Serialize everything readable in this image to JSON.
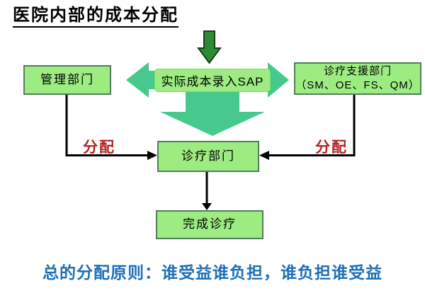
{
  "title": "医院内部的成本分配",
  "nodes": {
    "management": {
      "label": "管理部门"
    },
    "sap_entry": {
      "label": "实际成本录入SAP"
    },
    "support": {
      "label_line1": "诊疗支援部门",
      "label_line2": "（SM、OE、FS、QM）"
    },
    "treatment": {
      "label": "诊疗部门"
    },
    "complete": {
      "label": "完成诊疗"
    }
  },
  "edges": {
    "left_allocation_label": "分配",
    "right_allocation_label": "分配"
  },
  "footer": {
    "principle": "总的分配原则：谁受益谁负担，谁负担谁受益"
  },
  "colors": {
    "box_fill": "#9dec82",
    "box_border": "#4f7f5c",
    "arrow_green": "#47c98e",
    "dark_arrow_fill": "#2e8b35",
    "dark_arrow_border": "#1d3d1d",
    "allocation_red": "#b22325",
    "principle_blue": "#1e6fb8",
    "line_black": "#000000"
  }
}
